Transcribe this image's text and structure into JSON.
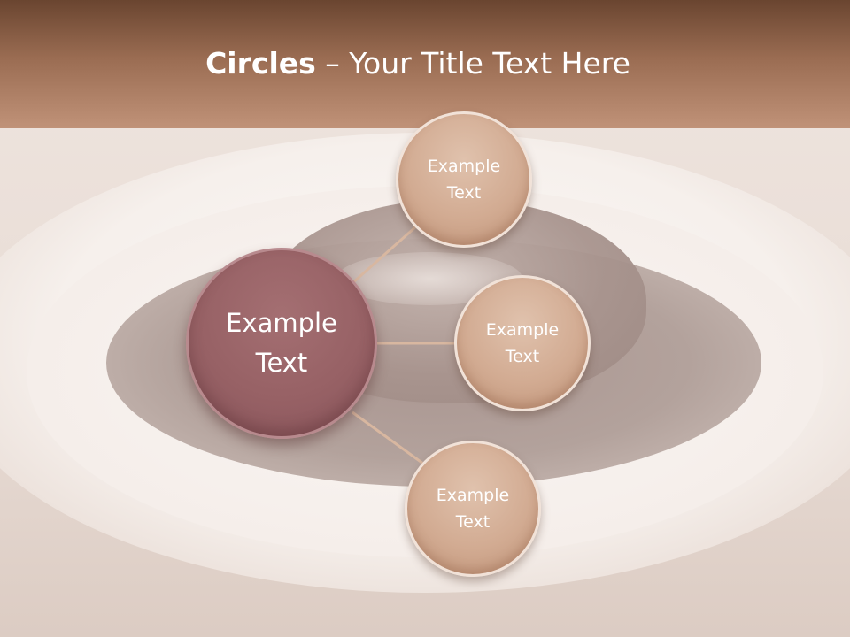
{
  "title": {
    "bold": "Circles",
    "rest": " – Your Title Text Here"
  },
  "diagram": {
    "center": {
      "line1": "Example",
      "line2": "Text"
    },
    "satellites": [
      {
        "line1": "Example",
        "line2": "Text"
      },
      {
        "line1": "Example",
        "line2": "Text"
      },
      {
        "line1": "Example",
        "line2": "Text"
      }
    ]
  },
  "colors": {
    "title_bar": "#9a6c52",
    "center_circle": "#976165",
    "satellite_circle": "#d2ab92",
    "connector": "#d8b7a0"
  }
}
